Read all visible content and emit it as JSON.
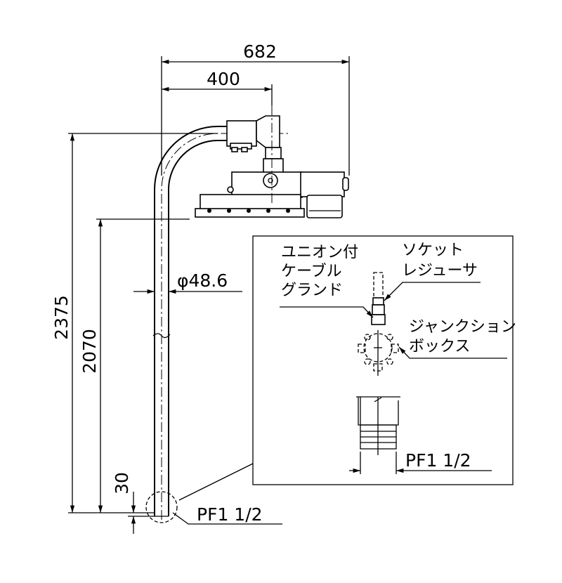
{
  "dimensions": {
    "total_reach": "682",
    "arm_reach": "400",
    "total_height": "2375",
    "pole_height": "2070",
    "base_offset": "30",
    "pipe_diameter": "φ48.6",
    "thread_main": "PF1 1/2"
  },
  "detail": {
    "union_cable_gland": [
      "ユニオン付",
      "ケーブル",
      "グランド"
    ],
    "socket_reducer": [
      "ソケット",
      "レジューサ"
    ],
    "junction_box": [
      "ジャンクション",
      "ボックス"
    ],
    "thread_detail": "PF1 1/2"
  }
}
